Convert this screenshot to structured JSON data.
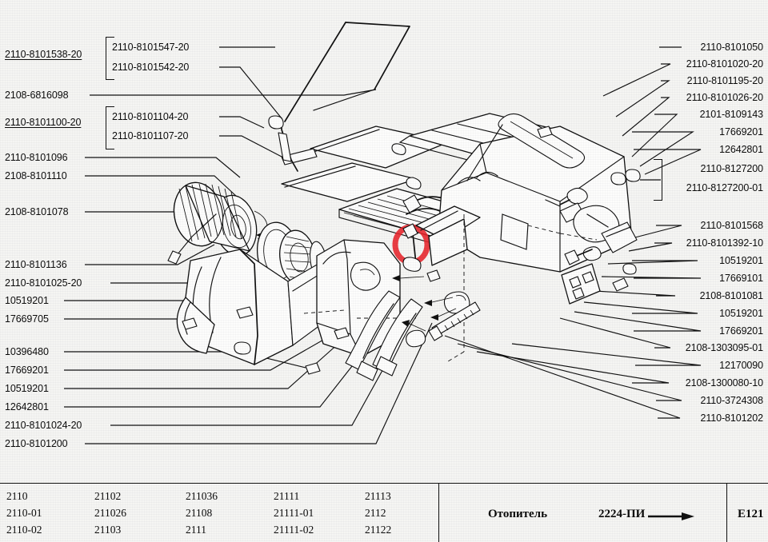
{
  "document": {
    "section_title": "Отопитель",
    "drawing_number": "2224-ПИ",
    "sheet_code": "E121"
  },
  "left_labels": [
    {
      "id": "l1",
      "text": "2110-8101538-20",
      "underline": true,
      "group": true
    },
    {
      "id": "l2",
      "text": "2108-6816098",
      "underline": false,
      "group": false
    },
    {
      "id": "l3",
      "text": "2110-8101100-20",
      "underline": true,
      "group": true
    },
    {
      "id": "l4",
      "text": "2110-8101096",
      "underline": false,
      "group": false
    },
    {
      "id": "l5",
      "text": "2108-8101110",
      "underline": false,
      "group": false
    },
    {
      "id": "l6",
      "text": "2108-8101078",
      "underline": false,
      "group": false
    },
    {
      "id": "l7",
      "text": "2110-8101136",
      "underline": false,
      "group": false
    },
    {
      "id": "l8",
      "text": "2110-8101025-20",
      "underline": false,
      "group": false
    },
    {
      "id": "l9",
      "text": "10519201",
      "underline": false,
      "group": false
    },
    {
      "id": "l10",
      "text": "17669705",
      "underline": false,
      "group": false
    },
    {
      "id": "l11",
      "text": "10396480",
      "underline": false,
      "group": false
    },
    {
      "id": "l12",
      "text": "17669201",
      "underline": false,
      "group": false
    },
    {
      "id": "l13",
      "text": "10519201",
      "underline": false,
      "group": false
    },
    {
      "id": "l14",
      "text": "12642801",
      "underline": false,
      "group": false
    },
    {
      "id": "l15",
      "text": "2110-8101024-20",
      "underline": false,
      "group": false
    },
    {
      "id": "l16",
      "text": "2110-8101200",
      "underline": false,
      "group": false
    }
  ],
  "left_sub_labels": [
    {
      "id": "s1",
      "text": "2110-8101547-20"
    },
    {
      "id": "s2",
      "text": "2110-8101542-20"
    },
    {
      "id": "s3",
      "text": "2110-8101104-20"
    },
    {
      "id": "s4",
      "text": "2110-8101107-20"
    }
  ],
  "right_labels": [
    {
      "id": "r1",
      "text": "2110-8101050"
    },
    {
      "id": "r2",
      "text": "2110-8101020-20"
    },
    {
      "id": "r3",
      "text": "2110-8101195-20"
    },
    {
      "id": "r4",
      "text": "2110-8101026-20"
    },
    {
      "id": "r5",
      "text": "2101-8109143"
    },
    {
      "id": "r6",
      "text": "17669201"
    },
    {
      "id": "r7",
      "text": "12642801"
    },
    {
      "id": "r8",
      "text": "2110-8127200"
    },
    {
      "id": "r9",
      "text": "2110-8127200-01"
    },
    {
      "id": "r10",
      "text": "2110-8101568"
    },
    {
      "id": "r11",
      "text": "2110-8101392-10"
    },
    {
      "id": "r12",
      "text": "10519201"
    },
    {
      "id": "r13",
      "text": "17669101"
    },
    {
      "id": "r14",
      "text": "2108-8101081"
    },
    {
      "id": "r15",
      "text": "10519201"
    },
    {
      "id": "r16",
      "text": "17669201"
    },
    {
      "id": "r17",
      "text": "2108-1303095-01"
    },
    {
      "id": "r18",
      "text": "12170090"
    },
    {
      "id": "r19",
      "text": "2108-1300080-10"
    },
    {
      "id": "r20",
      "text": "2110-3724308"
    },
    {
      "id": "r21",
      "text": "2110-8101202"
    }
  ],
  "applicability_table": {
    "columns": [
      {
        "rows": [
          "2110",
          "2110-01",
          "2110-02"
        ]
      },
      {
        "rows": [
          "21102",
          "211026",
          "21103"
        ]
      },
      {
        "rows": [
          "211036",
          "21108",
          "2111"
        ]
      },
      {
        "rows": [
          "21111",
          "21111-01",
          "21111-02"
        ]
      },
      {
        "rows": [
          "21113",
          "2112",
          "21122"
        ]
      }
    ]
  },
  "colors": {
    "highlight": "#e8232a",
    "ink": "#111111",
    "paper": "#f5f5f3"
  }
}
